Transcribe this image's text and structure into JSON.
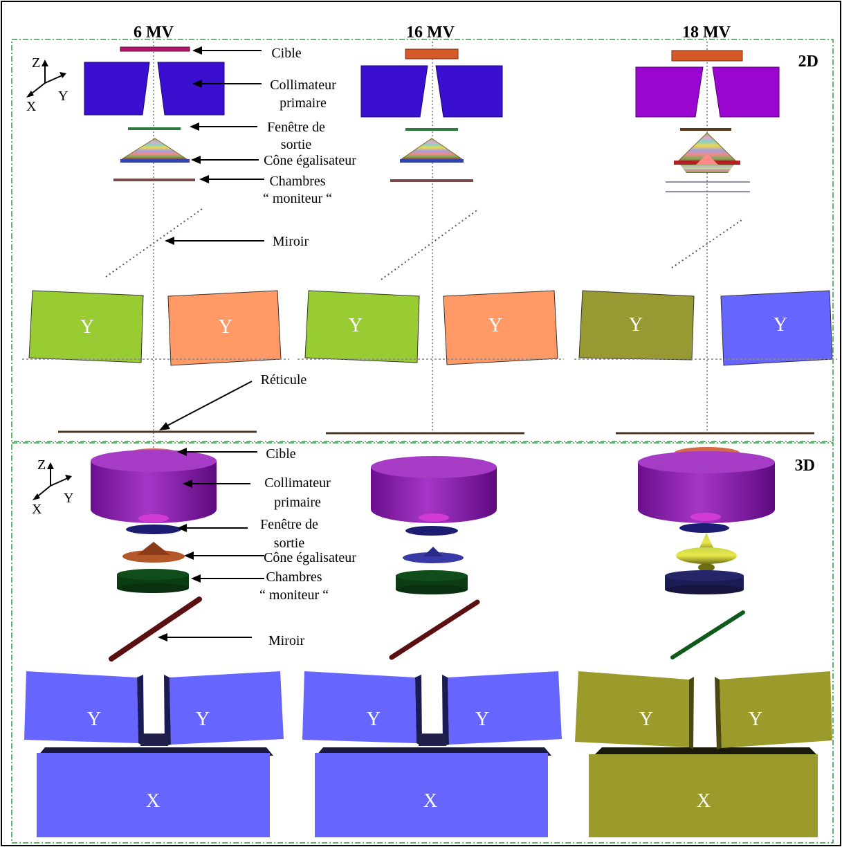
{
  "columns": [
    {
      "key": "c1",
      "title": "6 MV"
    },
    {
      "key": "c2",
      "title": "16 MV"
    },
    {
      "key": "c3",
      "title": "18 MV"
    }
  ],
  "panels": {
    "top": {
      "tag": "2D"
    },
    "bottom": {
      "tag": "3D"
    }
  },
  "axes": {
    "z": "Z",
    "y": "Y",
    "x": "X"
  },
  "labels_2d": {
    "cible": "Cible",
    "collimateur_l1": "Collimateur",
    "collimateur_l2": "primaire",
    "fenetre_l1": "Fenêtre de",
    "fenetre_l2": "sortie",
    "cone": "Cône égalisateur",
    "chambres_l1": "Chambres",
    "chambres_l2": "“ moniteur “",
    "miroir": "Miroir",
    "reticule": "Réticule"
  },
  "labels_3d": {
    "cible": "Cible",
    "collimateur_l1": "Collimateur",
    "collimateur_l2": "primaire",
    "fenetre_l1": "Fenêtre de",
    "fenetre_l2": "sortie",
    "cone": "Cône égalisateur",
    "chambres_l1": "Chambres",
    "chambres_l2": "“ moniteur “",
    "miroir": "Miroir"
  },
  "jaw_labels": {
    "y": "Y",
    "x": "X"
  },
  "colors": {
    "border": "#000000",
    "panel_dash": "#2e9e3e",
    "collimator_2d_blue": "#3a0fd0",
    "collimator_2d_purple": "#9a06cf",
    "target_orange": "#d45a2a",
    "target_magenta": "#b2186c",
    "jaw_green": "#99cc33",
    "jaw_salmon": "#ff9966",
    "jaw_olive": "#999933",
    "jaw_blue": "#6666ff",
    "collimator_3d": "#8a1cb0",
    "jaw_3d_blue": "#6666ff",
    "jaw_3d_olive": "#9b9b2c",
    "mirror_brown": "#5a0f10",
    "mirror_green": "#0d5a1a",
    "chamber_green": "#0c3d12",
    "chamber_navy": "#1c1c55",
    "cone_orange": "#b4582a",
    "cone_blue": "#3a3aa6",
    "cone_olive": "#9a9a2a"
  }
}
